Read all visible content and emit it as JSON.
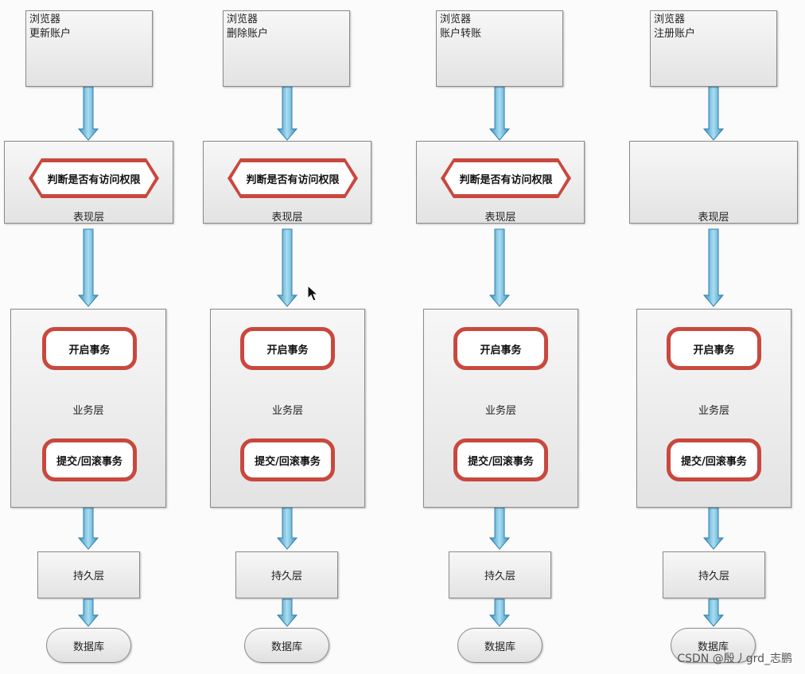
{
  "columns": [
    {
      "browser": {
        "title": "浏览器",
        "action": "更新账户"
      },
      "presentation": {
        "check_label": "判断是否有访问权限",
        "layer_label": "表现层"
      },
      "business": {
        "start_label": "开启事务",
        "layer_label": "业务层",
        "end_label": "提交/回滚事务"
      },
      "persistence": {
        "layer_label": "持久层"
      },
      "database": {
        "label": "数据库"
      }
    },
    {
      "browser": {
        "title": "浏览器",
        "action": "删除账户"
      },
      "presentation": {
        "check_label": "判断是否有访问权限",
        "layer_label": "表现层"
      },
      "business": {
        "start_label": "开启事务",
        "layer_label": "业务层",
        "end_label": "提交/回滚事务"
      },
      "persistence": {
        "layer_label": "持久层"
      },
      "database": {
        "label": "数据库"
      }
    },
    {
      "browser": {
        "title": "浏览器",
        "action": "账户转账"
      },
      "presentation": {
        "check_label": "判断是否有访问权限",
        "layer_label": "表现层"
      },
      "business": {
        "start_label": "开启事务",
        "layer_label": "业务层",
        "end_label": "提交/回滚事务"
      },
      "persistence": {
        "layer_label": "持久层"
      },
      "database": {
        "label": "数据库"
      }
    },
    {
      "browser": {
        "title": "浏览器",
        "action": "注册账户"
      },
      "presentation": {
        "layer_label": "表现层"
      },
      "business": {
        "start_label": "开启事务",
        "layer_label": "业务层",
        "end_label": "提交/回滚事务"
      },
      "persistence": {
        "layer_label": "持久层"
      },
      "database": {
        "label": "数据库"
      }
    }
  ],
  "colors": {
    "highlight_border": "#c9483e",
    "arrow": "#5fb0d6"
  },
  "watermark": "CSDN @殷丿grd_志鹏"
}
